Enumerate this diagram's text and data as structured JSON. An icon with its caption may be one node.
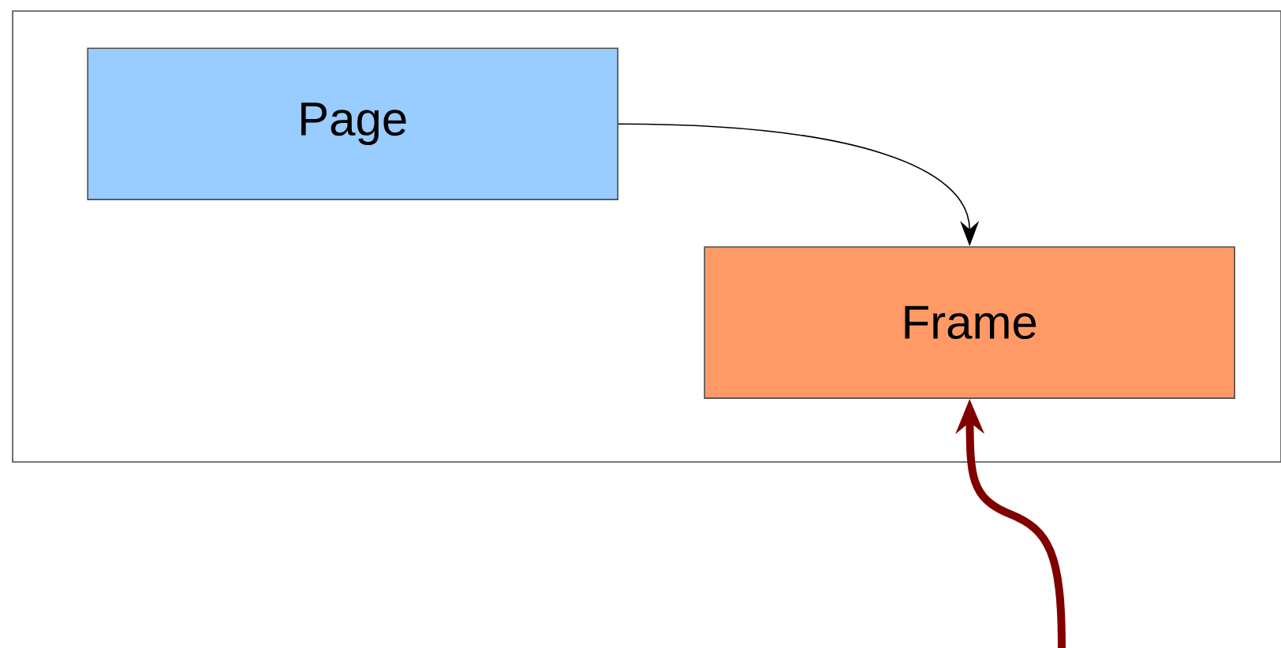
{
  "diagram": {
    "nodes": [
      {
        "text": [],
        "shape": "box"
      },
      {
        "text": [
          "Page"
        ],
        "in": 0
      },
      {
        "text": [
          "Frame"
        ],
        "in": 0
      }
    ],
    "edges": [
      {
        "from": 1,
        "to": 2,
        "arrow": "to"
      },
      {
        "from": null,
        "to": 2,
        "arrow": "to",
        "style": "thick",
        "color": "#800000"
      }
    ]
  }
}
